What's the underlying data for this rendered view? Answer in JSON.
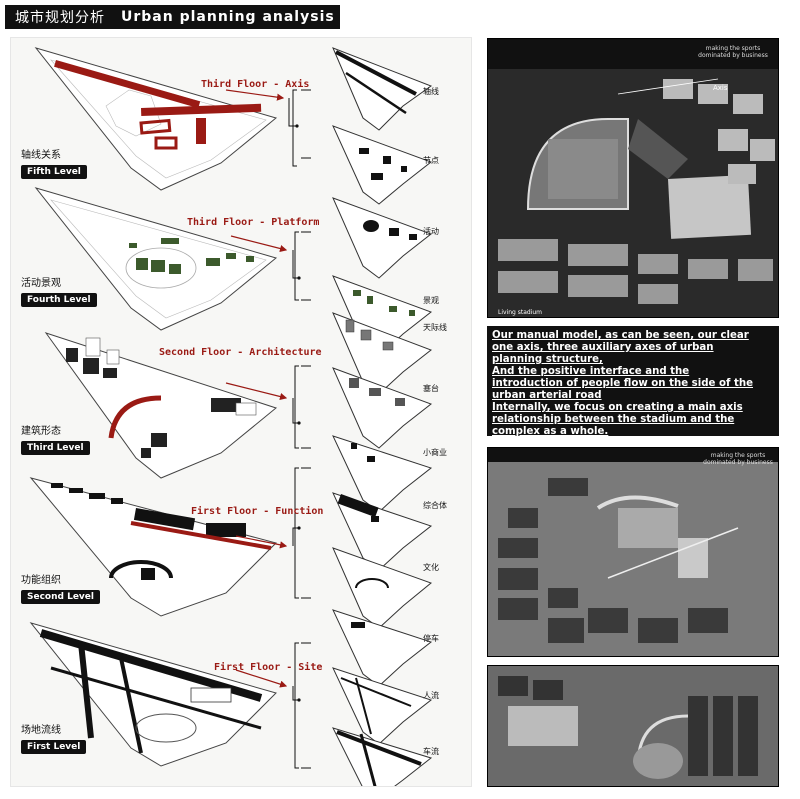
{
  "header": {
    "title_cn": "城市规划分析",
    "title_en": "Urban planning analysis"
  },
  "levels": [
    {
      "cn": "轴线关系",
      "en": "Fifth Level",
      "floor_title": "Third Floor - Axis",
      "minis": [
        "轴线",
        "节点"
      ]
    },
    {
      "cn": "活动景观",
      "en": "Fourth Level",
      "floor_title": "Third Floor - Platform",
      "minis": [
        "活动",
        "景观"
      ]
    },
    {
      "cn": "建筑形态",
      "en": "Third Level",
      "floor_title": "Second Floor - Architecture",
      "minis": [
        "天际线",
        "塞台"
      ]
    },
    {
      "cn": "功能组织",
      "en": "Second Level",
      "floor_title": "First Floor - Function",
      "minis": [
        "小商业",
        "综合体",
        "文化"
      ]
    },
    {
      "cn": "场地流线",
      "en": "First Level",
      "floor_title": "First Floor - Site",
      "minis": [
        "停车",
        "人流",
        "车流"
      ]
    }
  ],
  "description": [
    "Our manual model, as can be seen, our clear",
    "one axis, three auxiliary axes of urban",
    "planning structure,",
    "And the positive interface and the",
    "introduction of people flow on the side of the",
    "urban arterial road",
    "Internally, we focus on creating a main axis",
    "relationship between the stadium and the",
    "complex as a whole."
  ],
  "photos": {
    "caption_1": "making the sports dominated by business",
    "axis_label": "Axis",
    "stadium_label": "Living stadium",
    "caption_2": "making the sports dominated by business"
  },
  "colors": {
    "accent_red": "#9a1a14",
    "green": "#3c5a2c",
    "black": "#111111"
  }
}
